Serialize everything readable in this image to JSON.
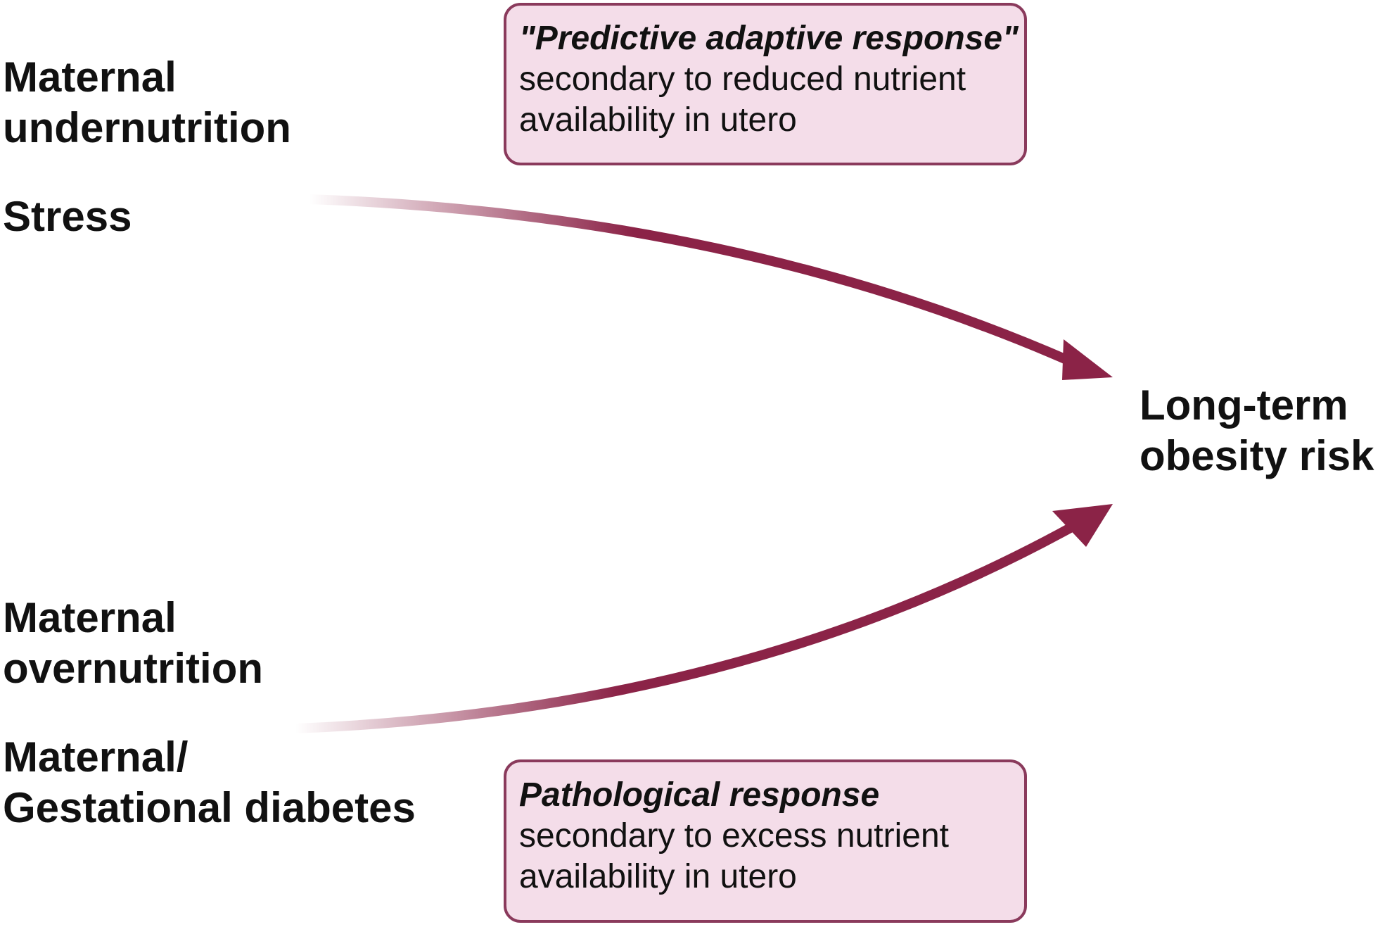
{
  "exposures": {
    "undernutrition_lines": [
      "Maternal",
      "undernutrition"
    ],
    "stress": "Stress",
    "overnutrition_lines": [
      "Maternal",
      "overnutrition"
    ],
    "diabetes_lines": [
      "Maternal/",
      "Gestational diabetes"
    ]
  },
  "outcome": {
    "lines": [
      "Long-term",
      "obesity risk"
    ]
  },
  "top_box": {
    "emphasis": "\"Predictive adaptive response\"",
    "lines": [
      "secondary to reduced nutrient",
      "availability in utero"
    ]
  },
  "bottom_box": {
    "emphasis": "Pathological response",
    "lines": [
      "secondary to excess nutrient",
      "availability in utero"
    ]
  },
  "colors": {
    "arrow": "#8b2347",
    "box_fill": "#f4dde9",
    "box_border": "#8a3a5c"
  }
}
